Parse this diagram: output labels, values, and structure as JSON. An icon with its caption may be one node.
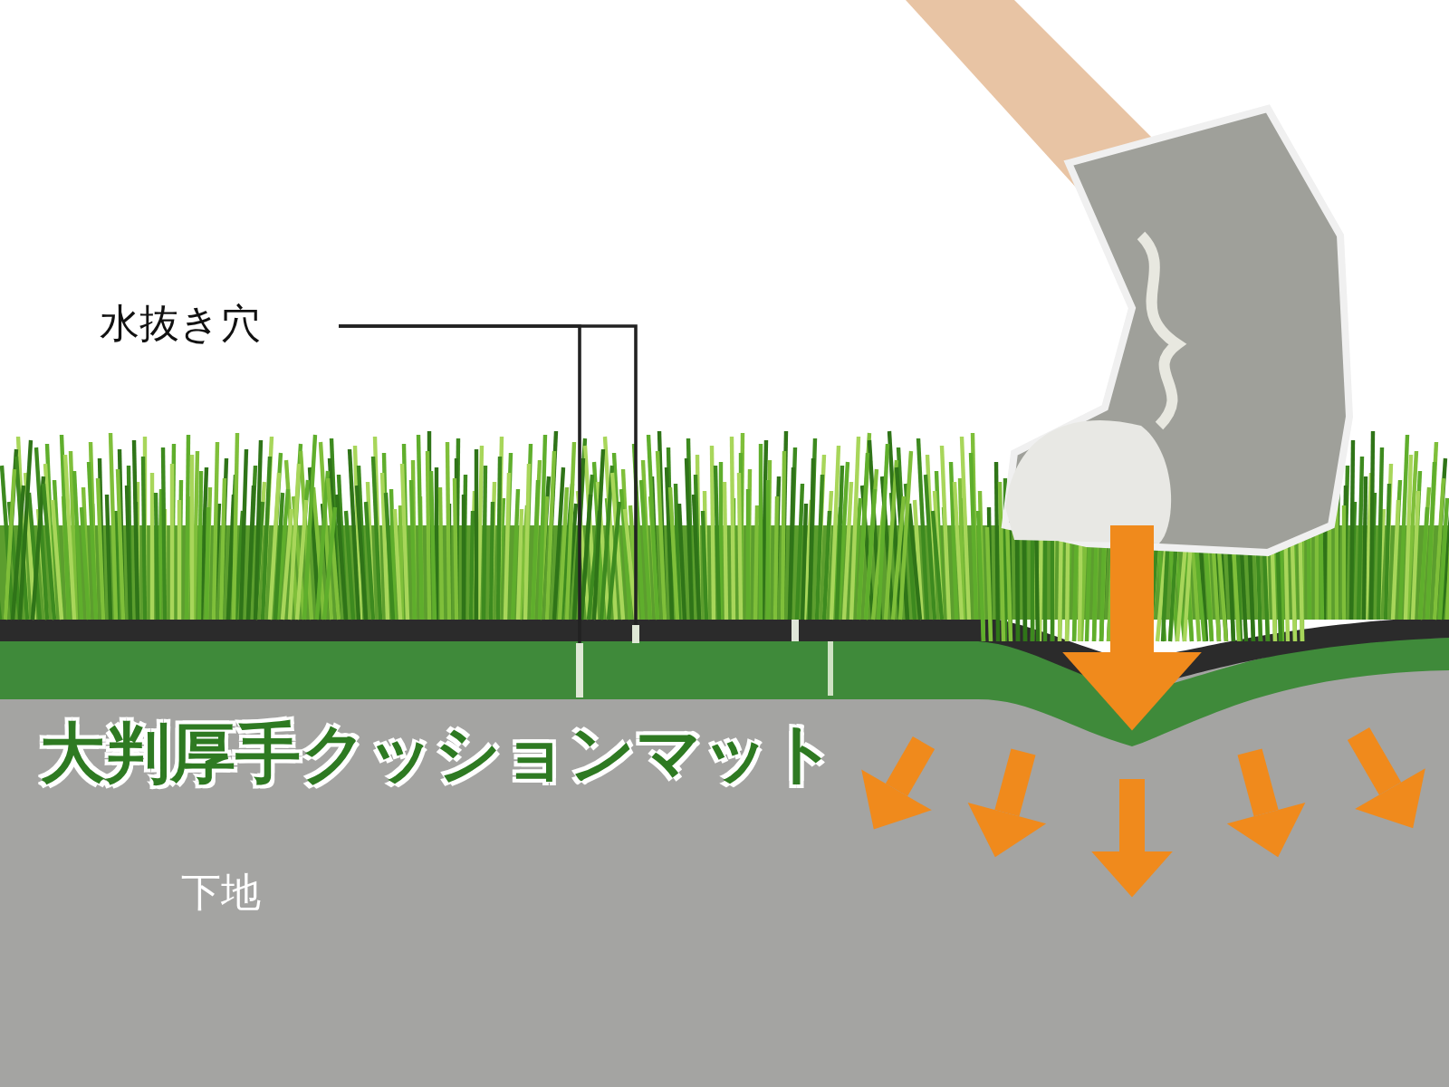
{
  "diagram": {
    "nodes": [
      {
        "text": [
          "水抜き穴"
        ]
      },
      {
        "text": [],
        "shape": "box"
      },
      {
        "text": [],
        "shape": "box"
      }
    ],
    "edges": [
      {
        "from": 0,
        "to": 1,
        "arrow": "none"
      },
      {
        "from": 0,
        "to": 2,
        "arrow": "none"
      }
    ],
    "labels": [
      "大判厚手クッションマット",
      "下地"
    ]
  }
}
